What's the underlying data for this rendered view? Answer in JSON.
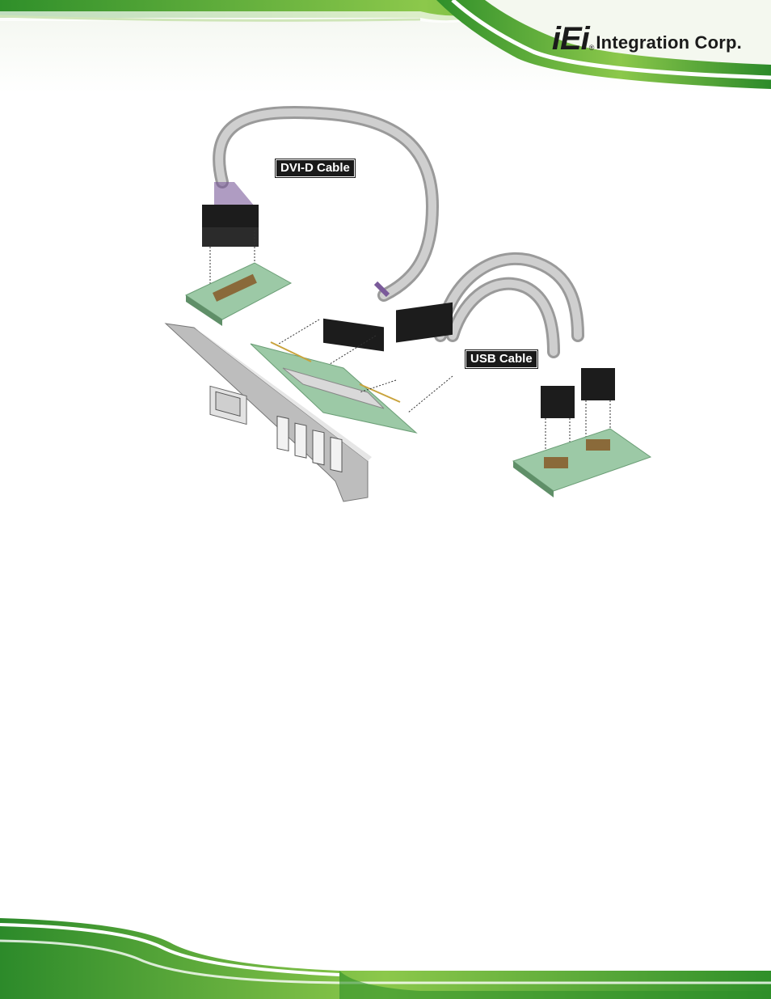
{
  "header": {
    "brand": {
      "logo_mark": "iEi",
      "registered": "®",
      "company": "Integration Corp."
    }
  },
  "figure": {
    "labels": {
      "dvi_cable": "DVI-D Cable",
      "usb_cable": "USB Cable"
    }
  },
  "colors": {
    "brand_green": "#3a9a2e",
    "pcb_green": "#9cc9a6",
    "cable_gray": "#b9b9b9",
    "bracket_gray": "#c9c9c9",
    "label_bg": "#1a1a1a"
  }
}
